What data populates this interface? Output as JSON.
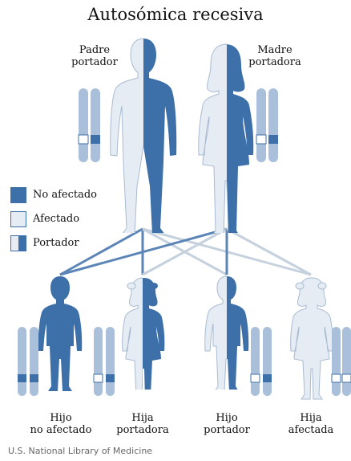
{
  "title": "Autosómica recesiva",
  "parents": {
    "father": {
      "line1": "Padre",
      "line2": "portador"
    },
    "mother": {
      "line1": "Madre",
      "line2": "portadora"
    }
  },
  "legend": [
    {
      "key": "no_afectado",
      "label": "No afectado"
    },
    {
      "key": "afectado",
      "label": "Afectado"
    },
    {
      "key": "portador",
      "label": "Portador"
    }
  ],
  "children": [
    {
      "line1": "Hijo",
      "line2": "no afectado"
    },
    {
      "line1": "Hija",
      "line2": "portadora"
    },
    {
      "line1": "Hijo",
      "line2": "portador"
    },
    {
      "line1": "Hija",
      "line2": "afectada"
    }
  ],
  "credit": "U.S. National Library of Medicine",
  "colors": {
    "dark": "#3d6fa8",
    "light": "#e6ecf4",
    "chromosome": "#aac0da",
    "line_dark": "#5b85b6",
    "line_light": "#c6d1de"
  }
}
